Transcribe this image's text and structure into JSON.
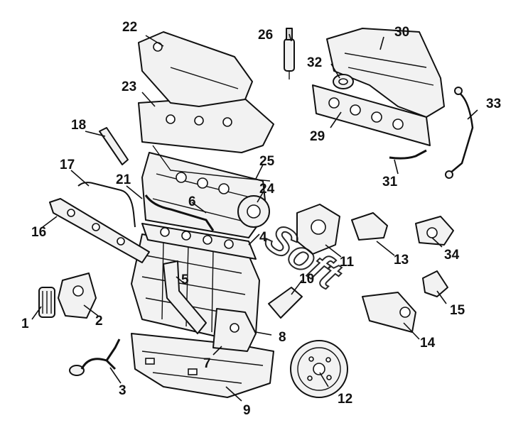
{
  "diagram": {
    "watermark": "Soft",
    "callouts": [
      "1",
      "2",
      "3",
      "4",
      "5",
      "6",
      "7",
      "8",
      "9",
      "10",
      "11",
      "12",
      "13",
      "14",
      "15",
      "16",
      "17",
      "18",
      "21",
      "22",
      "23",
      "24",
      "25",
      "26",
      "29",
      "30",
      "31",
      "32",
      "33",
      "34"
    ]
  }
}
